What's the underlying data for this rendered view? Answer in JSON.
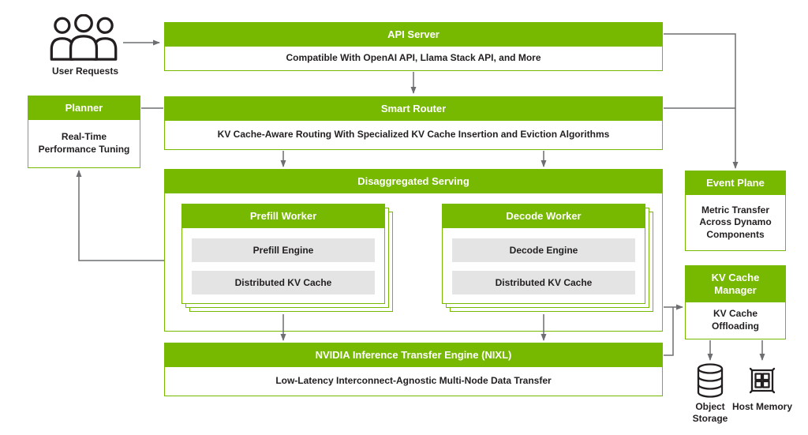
{
  "colors": {
    "nvidia_green": "#76B900",
    "box_border": "#76B900",
    "gray_item": "#e4e4e4",
    "connector": "#6d6e71",
    "text": "#231f20",
    "background": "#ffffff"
  },
  "user_requests": {
    "label": "User Requests",
    "icon": "users-icon"
  },
  "api_server": {
    "title": "API Server",
    "subtitle": "Compatible With OpenAI API, Llama Stack API, and More"
  },
  "planner": {
    "title": "Planner",
    "subtitle": "Real-Time Performance Tuning"
  },
  "smart_router": {
    "title": "Smart Router",
    "subtitle": "KV Cache-Aware Routing With Specialized KV Cache Insertion and Eviction Algorithms"
  },
  "disaggregated_serving": {
    "title": "Disaggregated Serving",
    "prefill_worker": {
      "title": "Prefill Worker",
      "items": [
        "Prefill Engine",
        "Distributed KV Cache"
      ]
    },
    "decode_worker": {
      "title": "Decode Worker",
      "items": [
        "Decode Engine",
        "Distributed KV Cache"
      ]
    }
  },
  "nixl": {
    "title": "NVIDIA Inference Transfer Engine (NIXL)",
    "subtitle": "Low-Latency Interconnect-Agnostic Multi-Node Data Transfer"
  },
  "event_plane": {
    "title": "Event Plane",
    "subtitle": "Metric Transfer Across Dynamo Components"
  },
  "kv_cache_manager": {
    "title": "KV Cache Manager",
    "subtitle": "KV Cache Offloading"
  },
  "storage_targets": {
    "object_storage": {
      "label": "Object Storage",
      "icon": "database-icon"
    },
    "host_memory": {
      "label": "Host Memory",
      "icon": "memory-chip-icon"
    }
  }
}
